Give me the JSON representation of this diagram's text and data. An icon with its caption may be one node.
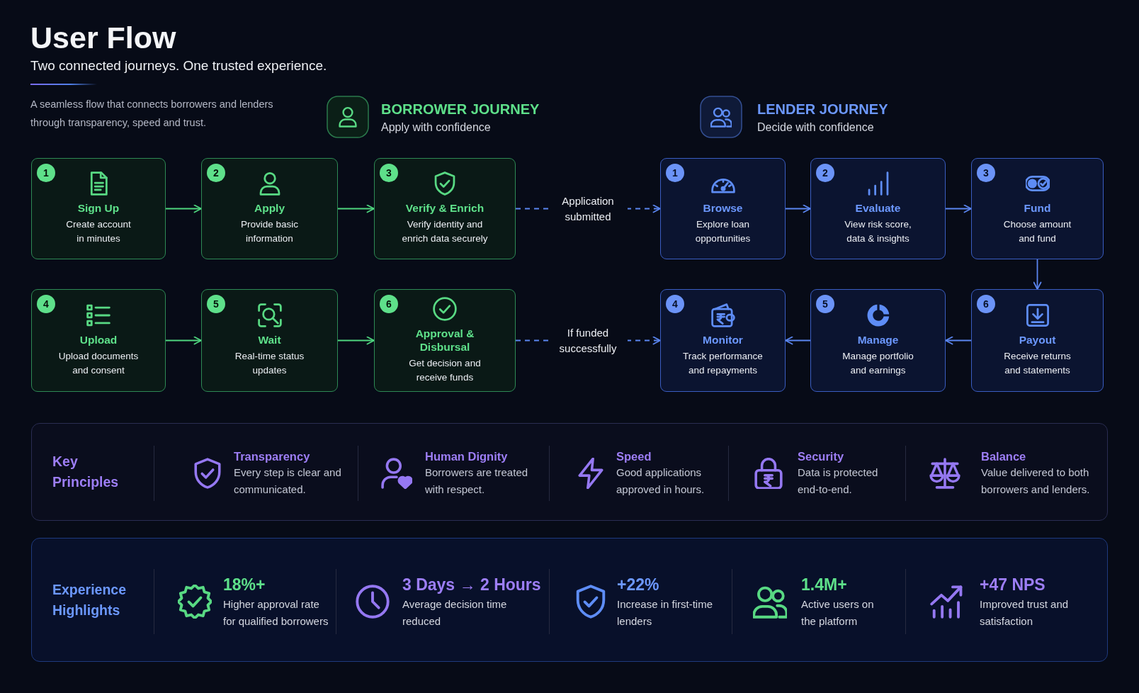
{
  "diagram": {
    "title": "User Flow",
    "nodes": [
      {
        "text": [
          "1",
          "Sign Up",
          "Create account in minutes"
        ]
      },
      {
        "text": [
          "2",
          "Apply",
          "Provide basic information"
        ]
      },
      {
        "text": [
          "3",
          "Verify & Enrich",
          "Verify identity and enrich data securely"
        ]
      },
      {
        "text": [
          "4",
          "Upload",
          "Upload documents and consent"
        ]
      },
      {
        "text": [
          "5",
          "Wait",
          "Real-time status updates"
        ]
      },
      {
        "text": [
          "6",
          "Approval & Disbursal",
          "Get decision and receive funds"
        ]
      },
      {
        "text": [
          "1",
          "Browse",
          "Explore loan opportunities"
        ]
      },
      {
        "text": [
          "2",
          "Evaluate",
          "View risk score, data & insights"
        ]
      },
      {
        "text": [
          "3",
          "Fund",
          "Choose amount and fund"
        ]
      },
      {
        "text": [
          "4",
          "Monitor",
          "Track performance and repayments"
        ]
      },
      {
        "text": [
          "5",
          "Manage",
          "Manage portfolio and earnings"
        ]
      },
      {
        "text": [
          "6",
          "Payout",
          "Receive returns and statements"
        ]
      },
      {
        "text": [
          "Key Principles"
        ]
      },
      {
        "text": [
          "Transparency",
          "Every step is clear and communicated."
        ],
        "in": 12
      },
      {
        "text": [
          "Human Dignity",
          "Borrowers are treated with respect."
        ],
        "in": 12
      },
      {
        "text": [
          "Speed",
          "Good applications approved in hours."
        ],
        "in": 12
      },
      {
        "text": [
          "Security",
          "Data is protected end-to-end."
        ],
        "in": 12
      },
      {
        "text": [
          "Balance",
          "Value delivered to both borrowers and lenders."
        ],
        "in": 12
      },
      {
        "text": [
          "Experience Highlights"
        ]
      },
      {
        "text": [
          "18%+",
          "Higher approval rate for qualified borrowers"
        ],
        "in": 18
      },
      {
        "text": [
          "3 Days → 2 Hours",
          "Average decision time reduced"
        ],
        "in": 18
      },
      {
        "text": [
          "+22%",
          "Increase in first-time lenders"
        ],
        "in": 18
      },
      {
        "text": [
          "1.4M+",
          "Active users on the platform"
        ],
        "in": 18
      },
      {
        "text": [
          "+47 NPS",
          "Improved trust and satisfaction"
        ],
        "in": 18
      }
    ],
    "edges": [
      {
        "from": 0,
        "to": 1,
        "arrow": "to",
        "color": "#4fd67f"
      },
      {
        "from": 1,
        "to": 2,
        "arrow": "to",
        "color": "#4fd67f"
      },
      {
        "from": 2,
        "to": 6,
        "arrow": "to",
        "style": "dashed",
        "label": "Application submitted"
      },
      {
        "from": 3,
        "to": 4,
        "arrow": "to",
        "color": "#4fd67f"
      },
      {
        "from": 4,
        "to": 5,
        "arrow": "to",
        "color": "#4fd67f"
      },
      {
        "from": 5,
        "to": 9,
        "arrow": "to",
        "style": "dashed",
        "label": "If funded successfully"
      },
      {
        "from": 6,
        "to": 7,
        "arrow": "to"
      },
      {
        "from": 7,
        "to": 8,
        "arrow": "to"
      },
      {
        "from": 8,
        "to": 11,
        "arrow": "to"
      },
      {
        "from": 11,
        "to": 10,
        "arrow": "to"
      },
      {
        "from": 10,
        "to": 9,
        "arrow": "to"
      }
    ],
    "labels": [
      "Two connected journeys. One trusted experience.",
      "A seamless flow that connects borrowers and lenders through transparency, speed and trust.",
      "BORROWER JOURNEY",
      "Apply with confidence",
      "LENDER JOURNEY",
      "Decide with confidence"
    ]
  }
}
